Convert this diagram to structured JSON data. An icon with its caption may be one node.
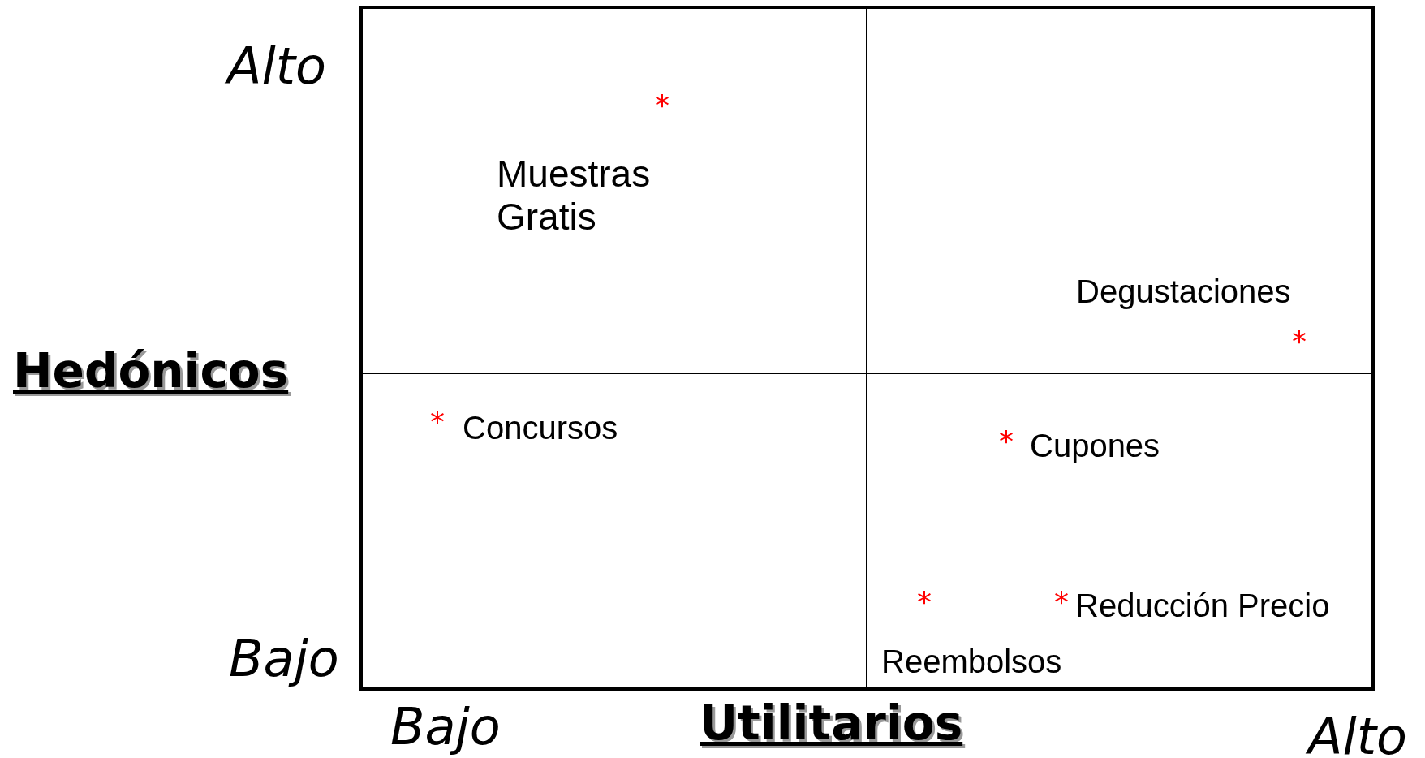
{
  "diagram": {
    "labels": [
      "Alto",
      "*",
      "Muestras Gratis",
      "Degustaciones",
      "*",
      "Hedónicos",
      "*",
      "Concursos",
      "*",
      "Cupones",
      "*",
      "*",
      "Reducción Precio",
      "Bajo",
      "Reembolsos",
      "Bajo",
      "Utilitarios",
      "Alto"
    ]
  }
}
